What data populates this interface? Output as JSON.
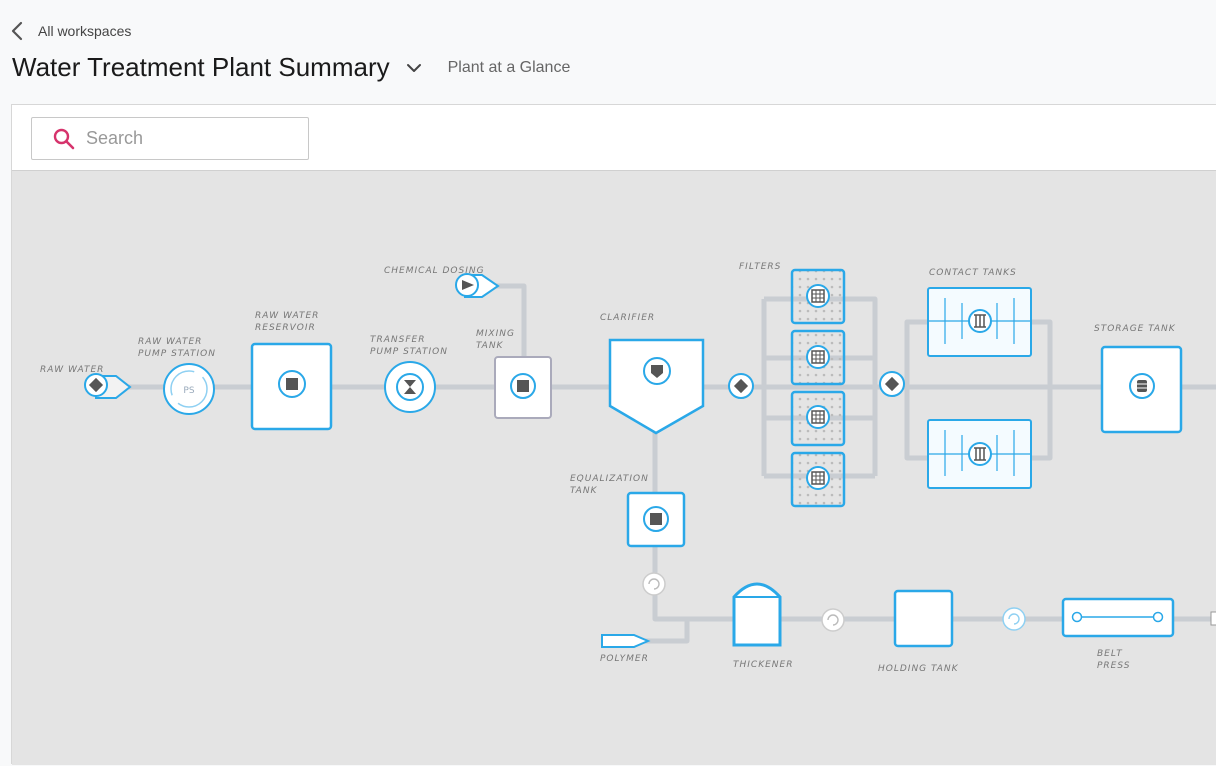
{
  "nav": {
    "back_label": "All workspaces"
  },
  "header": {
    "title": "Water Treatment Plant Summary",
    "subtitle": "Plant at a Glance"
  },
  "search": {
    "placeholder": "Search"
  },
  "colors": {
    "accent": "#2aa8e8",
    "search_icon": "#d6336c",
    "pipe": "#c9cdd2",
    "canvas": "#e4e4e4"
  },
  "diagram": {
    "labels": {
      "raw_water": "RAW WATER",
      "raw_water_pump_1": "RAW WATER",
      "raw_water_pump_2": "PUMP  STATION",
      "raw_water_reservoir_1": "RAW WATER",
      "raw_water_reservoir_2": "RESERVOIR",
      "transfer_pump_1": "TRANSFER",
      "transfer_pump_2": "PUMP STATION",
      "chemical_dosing": "CHEMICAL DOSING",
      "mixing_tank_1": "MIXING",
      "mixing_tank_2": "TANK",
      "clarifier": "CLARIFIER",
      "filters": "FILTERS",
      "contact_tanks": "CONTACT TANKS",
      "storage_tank": "STORAGE TANK",
      "equalization_tank_1": "EQUALIZATION",
      "equalization_tank_2": "TANK",
      "polymer": "POLYMER",
      "thickener": "THICKENER",
      "holding_tank": "HOLDING TANK",
      "belt_press_1": "BELT",
      "belt_press_2": "PRESS",
      "pump_station_badge": "PS"
    }
  }
}
